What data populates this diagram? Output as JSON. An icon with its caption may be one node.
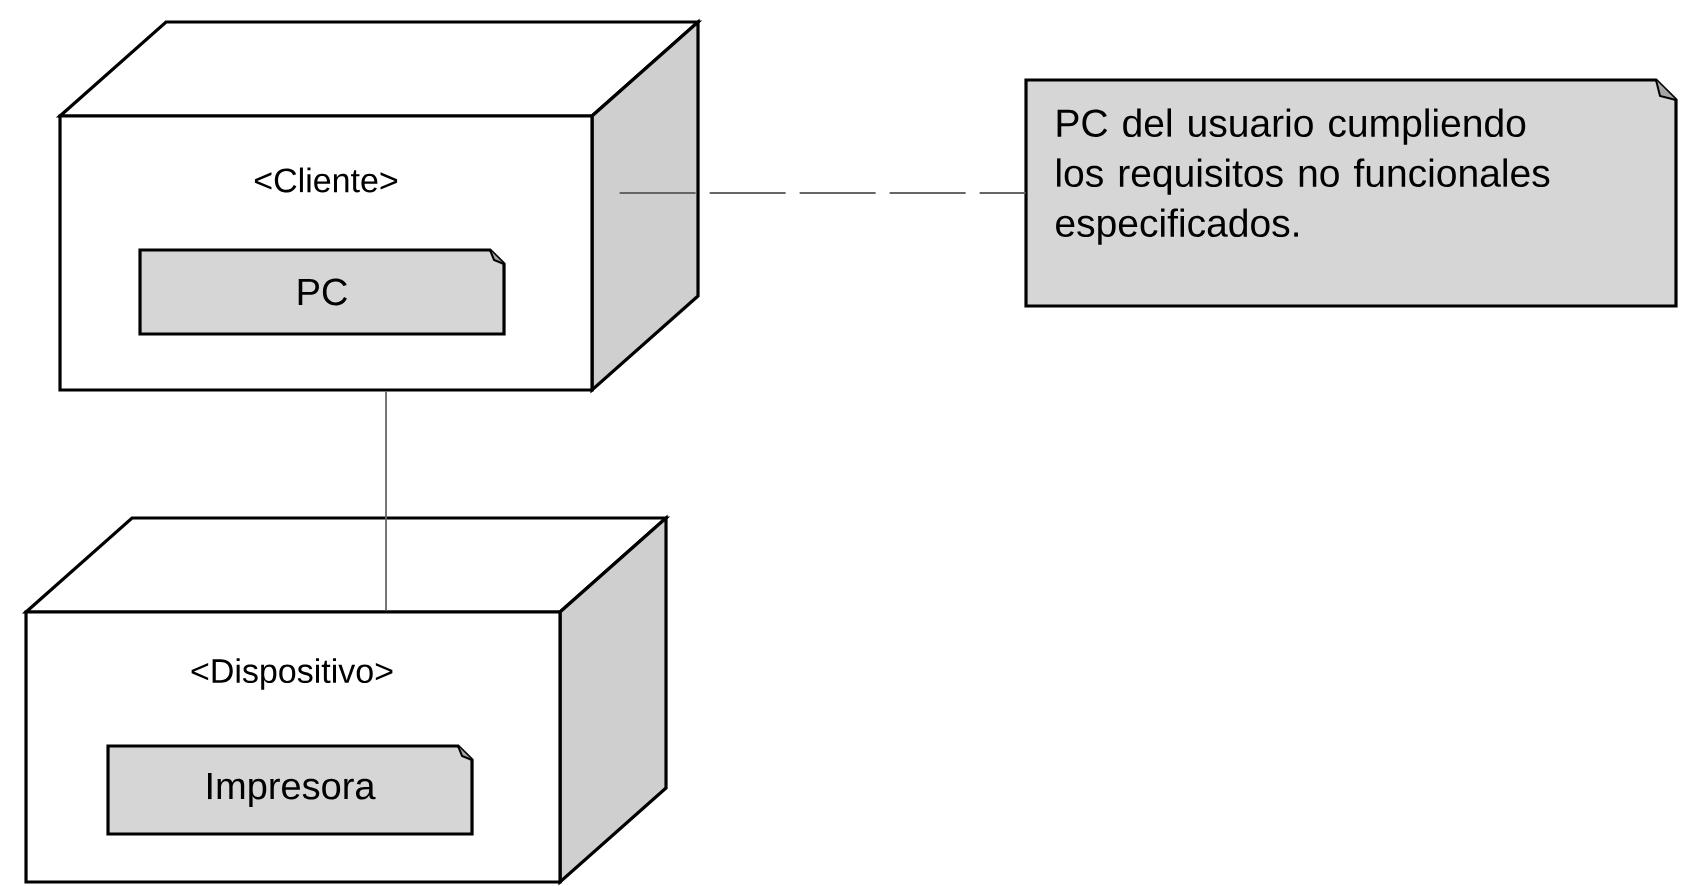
{
  "diagram": {
    "nodes": [
      {
        "text": [
          "<Cliente>"
        ]
      },
      {
        "text": [
          "PC"
        ],
        "in": 0
      },
      {
        "text": [
          "<Dispositivo>"
        ]
      },
      {
        "text": [
          "Impresora"
        ],
        "in": 2
      },
      {
        "text": [
          "PC del usuario cumpliendo los requisitos no funcionales especificados."
        ]
      }
    ],
    "edges": [
      {
        "from": 0,
        "to": 2,
        "arrow": "none"
      },
      {
        "from": 0,
        "to": 4,
        "arrow": "none",
        "style": "dashed"
      }
    ]
  }
}
